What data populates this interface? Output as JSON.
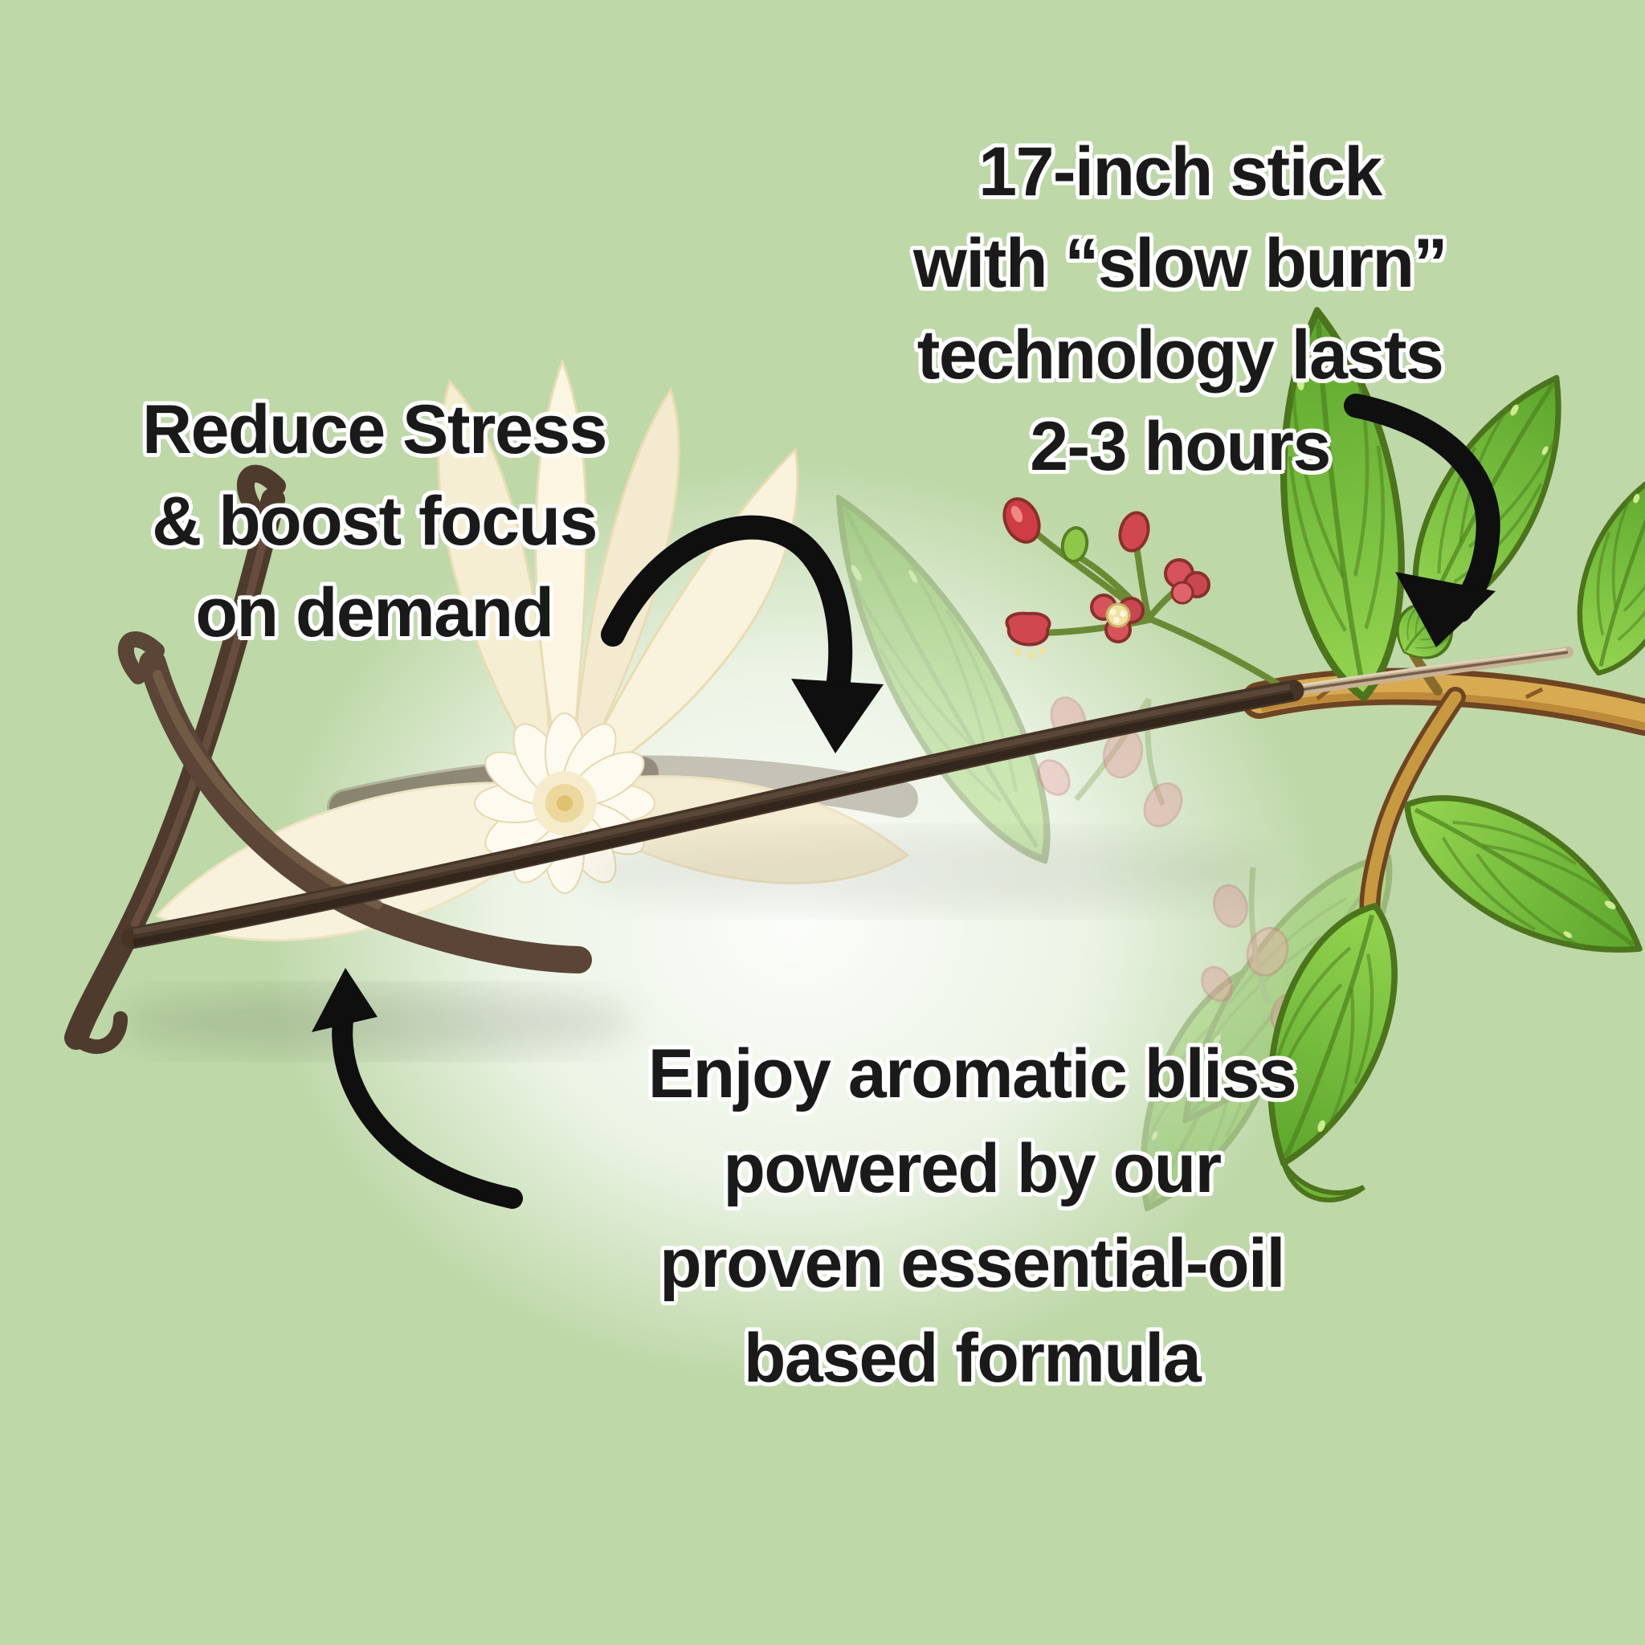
{
  "title": "Incense stick benefits infographic",
  "background": {
    "base_color": "#bed8a8",
    "glow_color": "#ffffff"
  },
  "text_style": {
    "color": "#1a1a1a",
    "outline_color": "#ffffff"
  },
  "callouts": {
    "benefits": {
      "lines": [
        "Reduce Stress",
        "& boost focus",
        "on demand"
      ]
    },
    "stick": {
      "lines": [
        "17-inch stick",
        "with “slow burn”",
        "technology lasts",
        "2-3 hours"
      ]
    },
    "formula": {
      "lines": [
        "Enjoy aromatic bliss",
        "powered by our",
        "proven essential-oil",
        "based formula"
      ]
    }
  },
  "illustrations": {
    "vanilla_flower": "vanilla-flower-illustration",
    "vanilla_pods": "vanilla-pods-illustration",
    "clove_branch": "clove-branch-illustration",
    "clove_buds": "clove-buds-illustration",
    "incense_stick": "incense-stick-illustration",
    "bamboo_core": "bamboo-core-illustration",
    "arrows": [
      "arrow-to-stick-body",
      "arrow-to-stick-tip",
      "arrow-to-stick-end"
    ]
  },
  "colors": {
    "arrow": "#0f0f0f",
    "leaf_green": "#6fbe37",
    "bud_red": "#d04048",
    "branch_tan": "#d9ab51",
    "incense_brown": "#463527",
    "bamboo_tan": "#c8b296",
    "flower_cream": "#f8f1da",
    "pod_brown": "#4f3b2e"
  }
}
